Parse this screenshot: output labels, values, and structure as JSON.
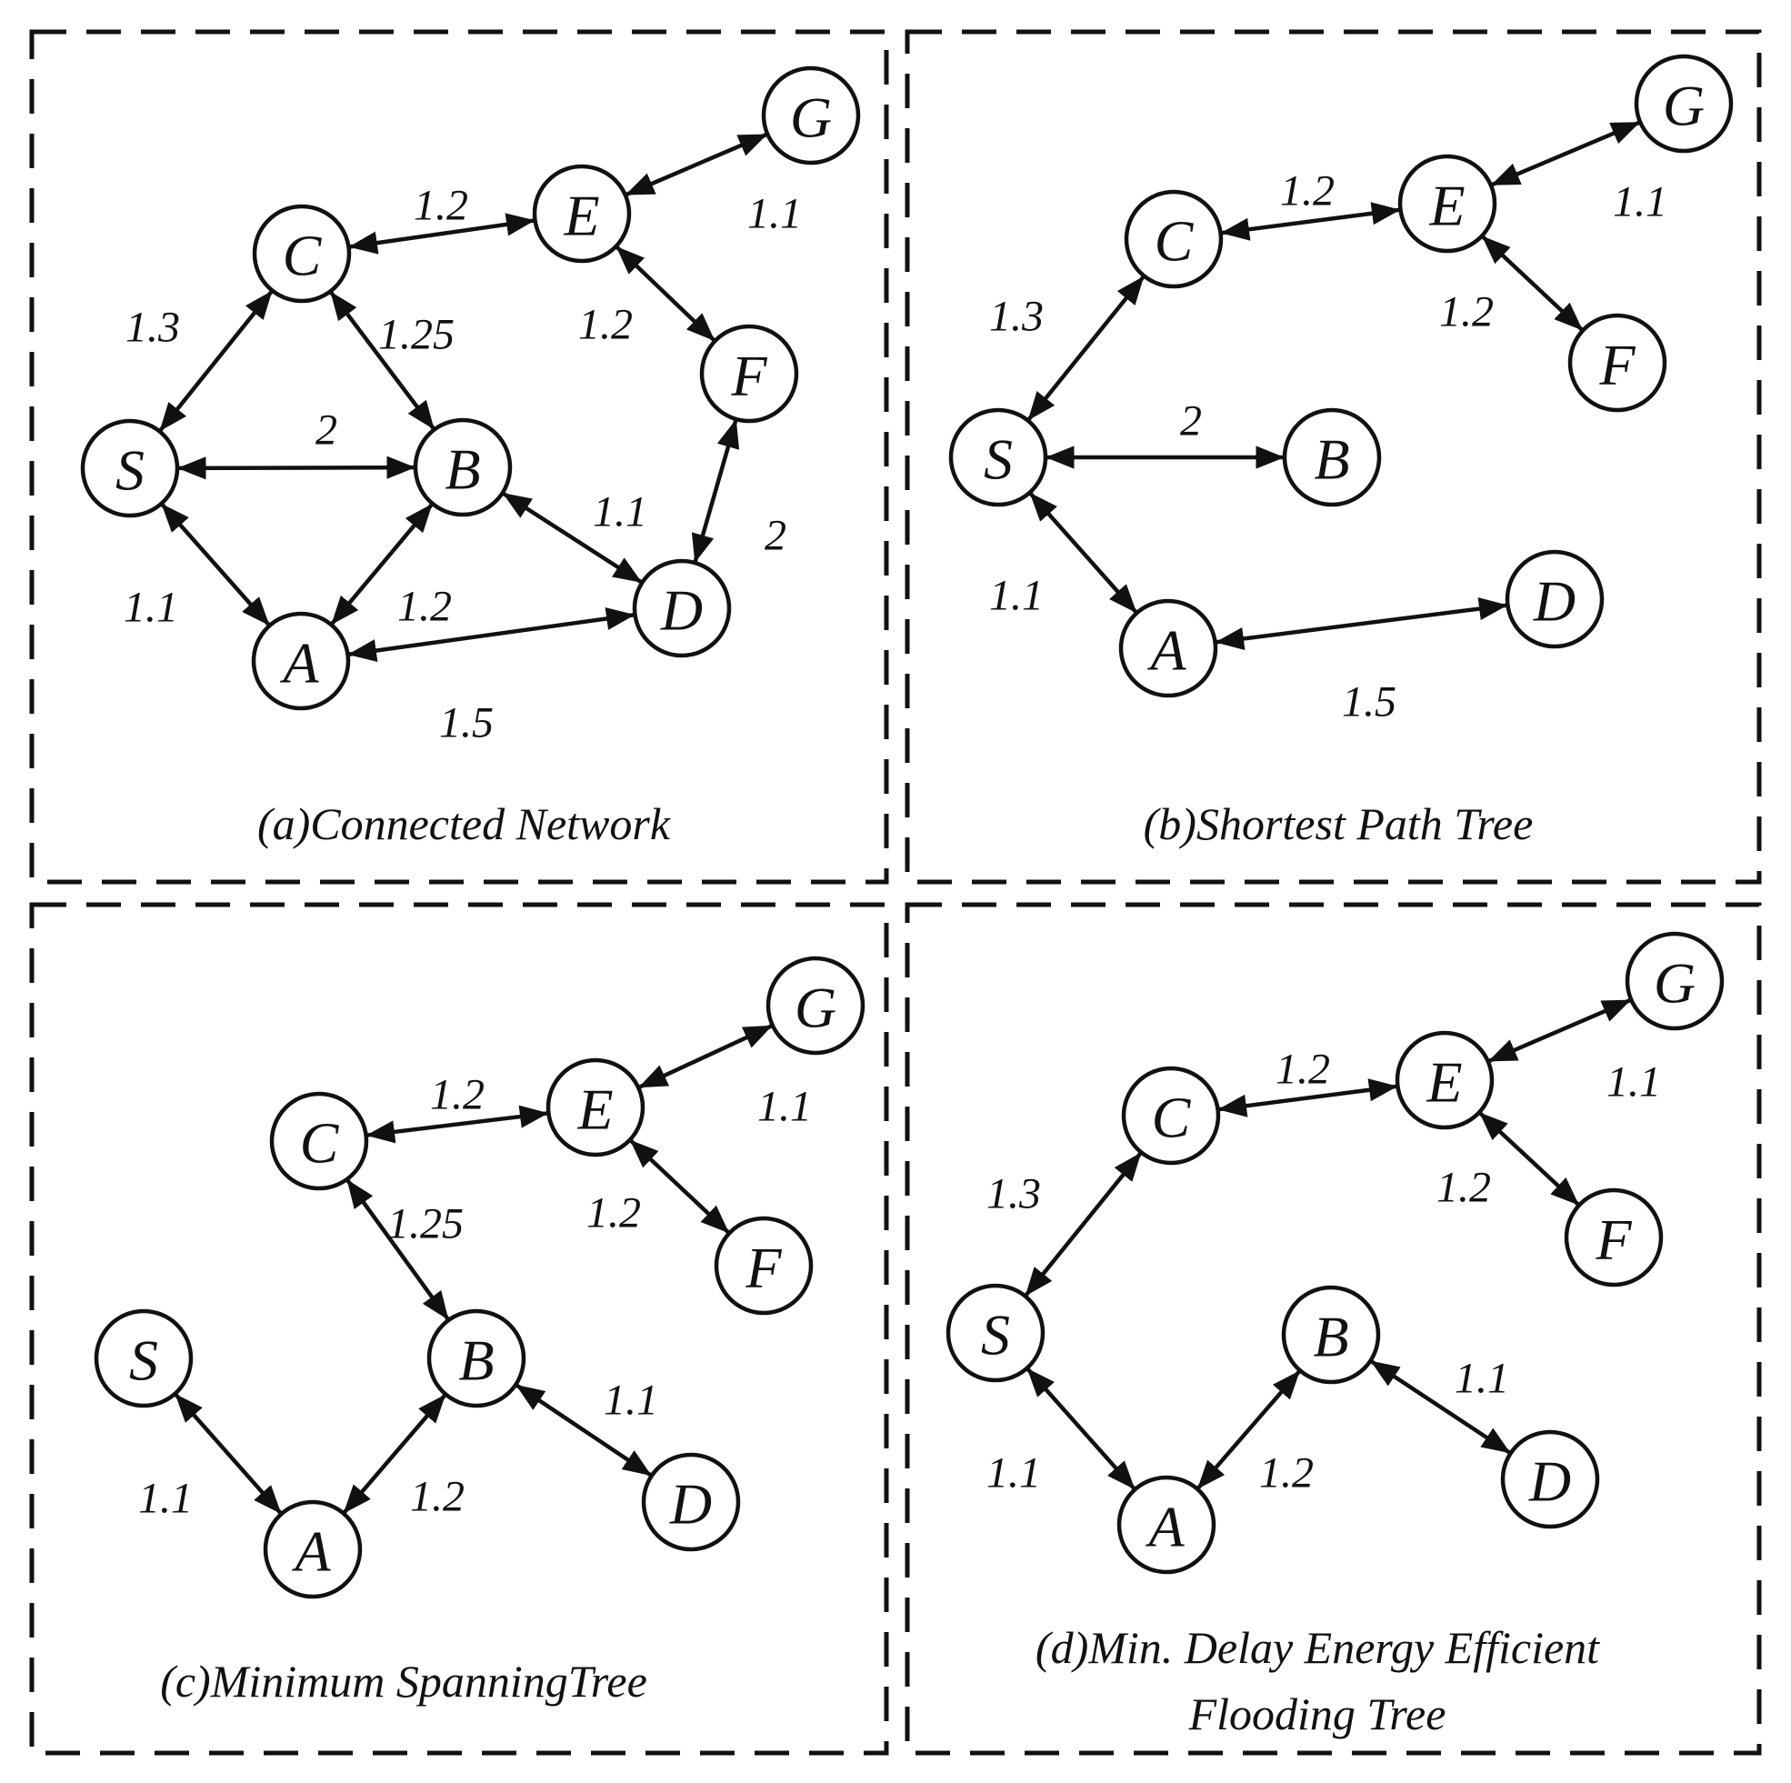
{
  "panels": [
    {
      "id": "a",
      "caption_lines": [
        "(a)Connected Network"
      ],
      "nodes": [
        "G",
        "E",
        "C",
        "F",
        "S",
        "B",
        "D",
        "A"
      ],
      "edges": [
        {
          "from": "C",
          "to": "E",
          "weight": "1.2"
        },
        {
          "from": "E",
          "to": "G",
          "weight": "1.1"
        },
        {
          "from": "S",
          "to": "C",
          "weight": "1.3"
        },
        {
          "from": "C",
          "to": "B",
          "weight": "1.25"
        },
        {
          "from": "E",
          "to": "F",
          "weight": "1.2"
        },
        {
          "from": "S",
          "to": "B",
          "weight": "2"
        },
        {
          "from": "B",
          "to": "D",
          "weight": "1.1"
        },
        {
          "from": "D",
          "to": "F",
          "weight": "2"
        },
        {
          "from": "S",
          "to": "A",
          "weight": "1.1"
        },
        {
          "from": "A",
          "to": "B",
          "weight": "1.2"
        },
        {
          "from": "A",
          "to": "D",
          "weight": "1.5"
        }
      ]
    },
    {
      "id": "b",
      "caption_lines": [
        "(b)Shortest Path Tree"
      ],
      "nodes": [
        "G",
        "E",
        "C",
        "F",
        "S",
        "B",
        "D",
        "A"
      ],
      "edges": [
        {
          "from": "C",
          "to": "E",
          "weight": "1.2"
        },
        {
          "from": "E",
          "to": "G",
          "weight": "1.1"
        },
        {
          "from": "S",
          "to": "C",
          "weight": "1.3"
        },
        {
          "from": "E",
          "to": "F",
          "weight": "1.2"
        },
        {
          "from": "S",
          "to": "B",
          "weight": "2"
        },
        {
          "from": "S",
          "to": "A",
          "weight": "1.1"
        },
        {
          "from": "A",
          "to": "D",
          "weight": "1.5"
        }
      ]
    },
    {
      "id": "c",
      "caption_lines": [
        "(c)Minimum SpanningTree"
      ],
      "nodes": [
        "G",
        "E",
        "C",
        "F",
        "S",
        "B",
        "D",
        "A"
      ],
      "edges": [
        {
          "from": "C",
          "to": "E",
          "weight": "1.2"
        },
        {
          "from": "E",
          "to": "G",
          "weight": "1.1"
        },
        {
          "from": "C",
          "to": "B",
          "weight": "1.25"
        },
        {
          "from": "E",
          "to": "F",
          "weight": "1.2"
        },
        {
          "from": "B",
          "to": "D",
          "weight": "1.1"
        },
        {
          "from": "S",
          "to": "A",
          "weight": "1.1"
        },
        {
          "from": "A",
          "to": "B",
          "weight": "1.2"
        }
      ]
    },
    {
      "id": "d",
      "caption_lines": [
        "(d)Min. Delay Energy Efficient",
        "Flooding Tree"
      ],
      "nodes": [
        "G",
        "E",
        "C",
        "F",
        "S",
        "B",
        "D",
        "A"
      ],
      "edges": [
        {
          "from": "C",
          "to": "E",
          "weight": "1.2"
        },
        {
          "from": "E",
          "to": "G",
          "weight": "1.1"
        },
        {
          "from": "S",
          "to": "C",
          "weight": "1.3"
        },
        {
          "from": "E",
          "to": "F",
          "weight": "1.2"
        },
        {
          "from": "B",
          "to": "D",
          "weight": "1.1"
        },
        {
          "from": "S",
          "to": "A",
          "weight": "1.1"
        },
        {
          "from": "A",
          "to": "B",
          "weight": "1.2"
        }
      ]
    }
  ]
}
